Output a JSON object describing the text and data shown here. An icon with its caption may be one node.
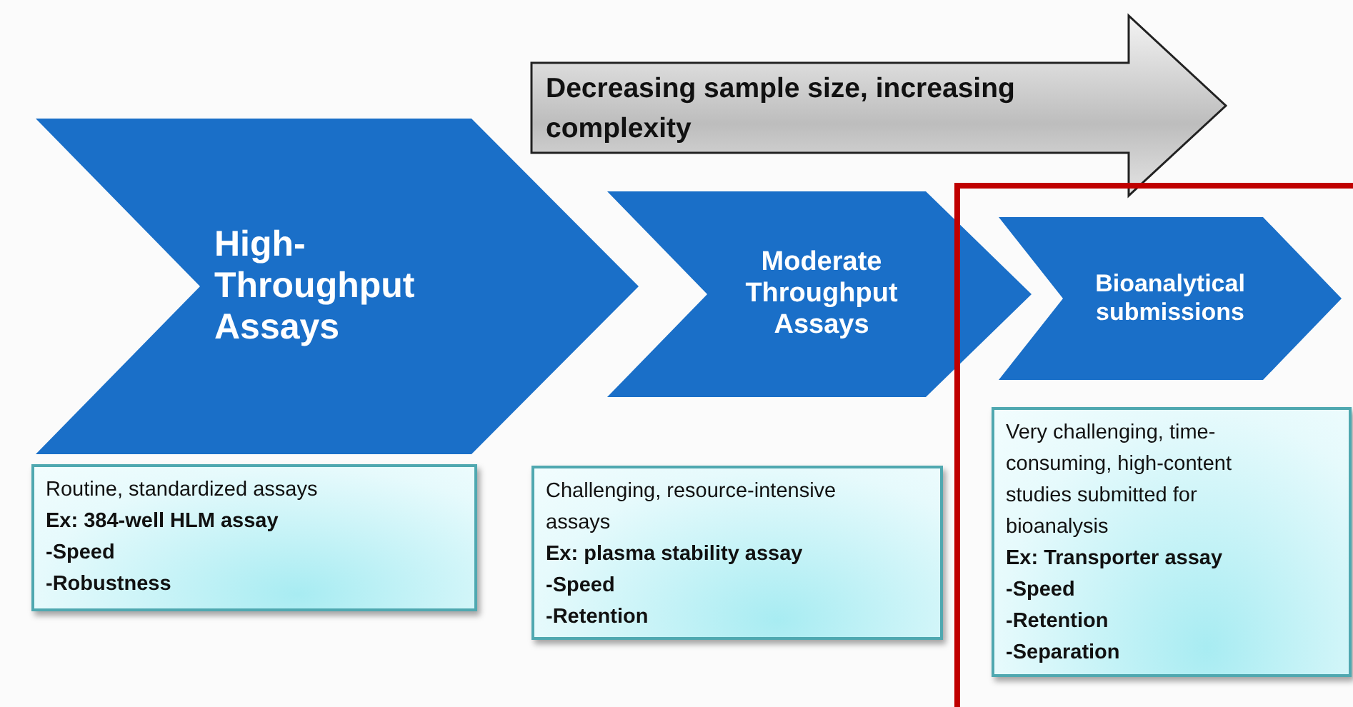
{
  "diagram": {
    "nodes": [
      {
        "text": [
          "Decreasing sample size, increasing complexity"
        ]
      },
      {
        "text": [
          "High-Throughput Assays"
        ]
      },
      {
        "text": [
          "Moderate Throughput Assays"
        ]
      },
      {
        "text": [],
        "shape": "box"
      },
      {
        "text": [
          "Bioanalytical submissions"
        ],
        "in": 3
      },
      {
        "text": [
          "Routine, standardized assays",
          "Ex: 384-well HLM assay",
          "-Speed",
          "-Robustness"
        ]
      },
      {
        "text": [
          "Challenging, resource-intensive assays",
          "Ex: plasma stability assay",
          "-Speed",
          "-Retention"
        ]
      },
      {
        "text": [
          "Very challenging, time-consuming, high-content studies submitted for bioanalysis",
          "Ex: Transporter assay",
          "-Speed",
          "-Retention",
          "-Separation"
        ],
        "in": 3
      }
    ]
  }
}
